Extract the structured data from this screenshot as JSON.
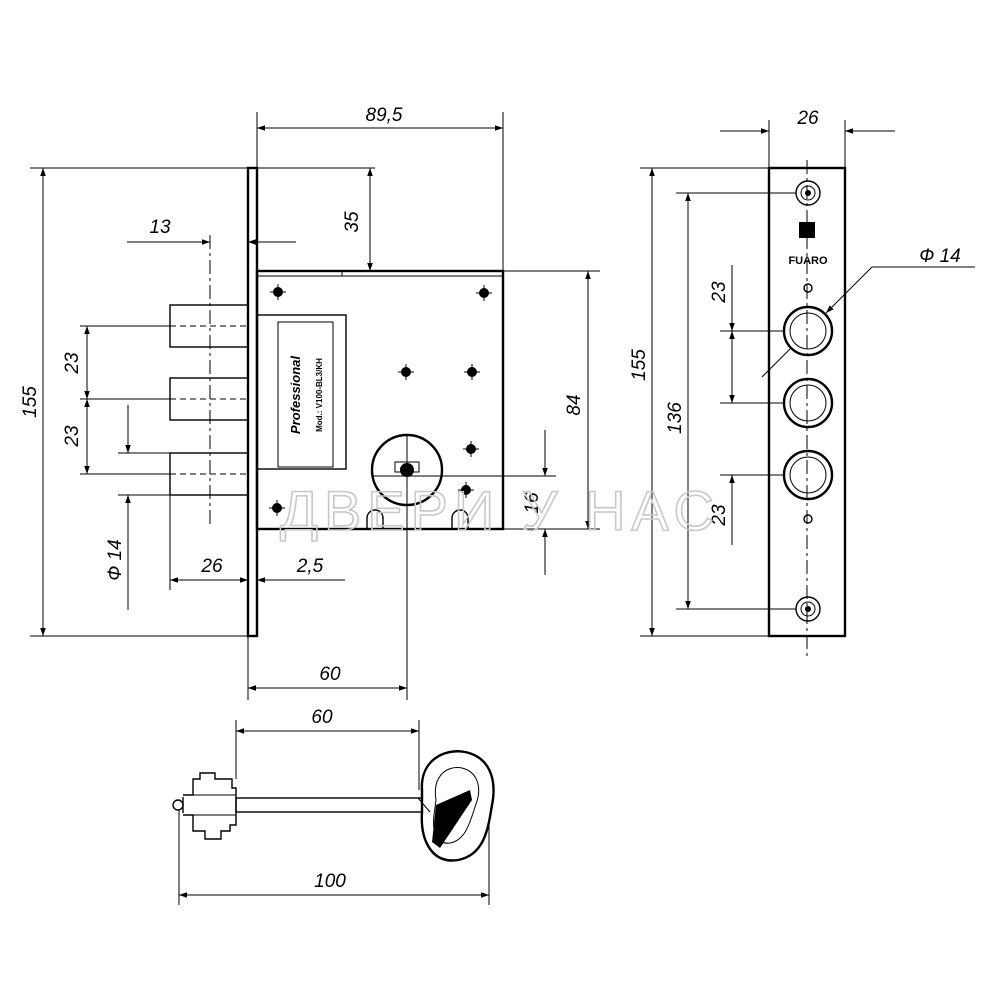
{
  "front_view": {
    "dim_width": "89,5",
    "dim_height": "155",
    "dim_bolt_spacing_1": "23",
    "dim_bolt_spacing_2": "23",
    "dim_bolt_offset": "13",
    "dim_top_offset": "35",
    "dim_case_height": "84",
    "dim_keyhole_offset": "16",
    "dim_bolt_diameter": "Ф 14",
    "dim_bolt_throw": "26",
    "dim_plate_thickness": "2,5",
    "dim_backset": "60",
    "label_brand": "Professional",
    "label_model": "Mod.: V100-BL3/KH"
  },
  "side_view": {
    "dim_width": "26",
    "dim_height": "155",
    "dim_screw_spacing": "136",
    "dim_hole_spacing_1": "23",
    "dim_hole_spacing_2": "23",
    "dim_hole_diameter": "Ф 14",
    "logo_text": "FUARO"
  },
  "key_view": {
    "dim_blade": "60",
    "dim_total": "100"
  },
  "watermark": "ДВЕРИ У НАС"
}
